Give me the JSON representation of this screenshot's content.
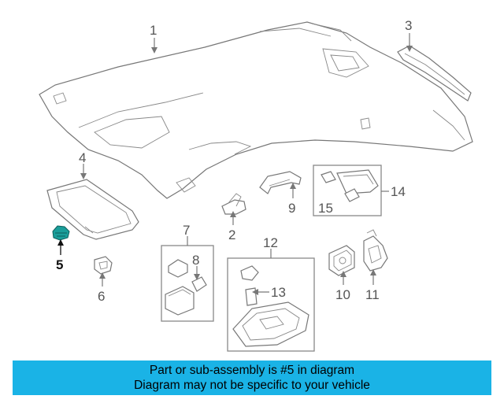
{
  "labels": {
    "p1": "1",
    "p2": "2",
    "p3": "3",
    "p4": "4",
    "p5": "5",
    "p6": "6",
    "p7": "7",
    "p8": "8",
    "p9": "9",
    "p10": "10",
    "p11": "11",
    "p12": "12",
    "p13": "13",
    "p14": "14",
    "p15": "15"
  },
  "highlight": {
    "part": "5",
    "color": "#1a9e9a"
  },
  "banner": {
    "line1": "Part or sub-assembly is #5 in diagram",
    "line2": "Diagram may not be specific to your vehicle",
    "background": "#1ab3e6"
  }
}
